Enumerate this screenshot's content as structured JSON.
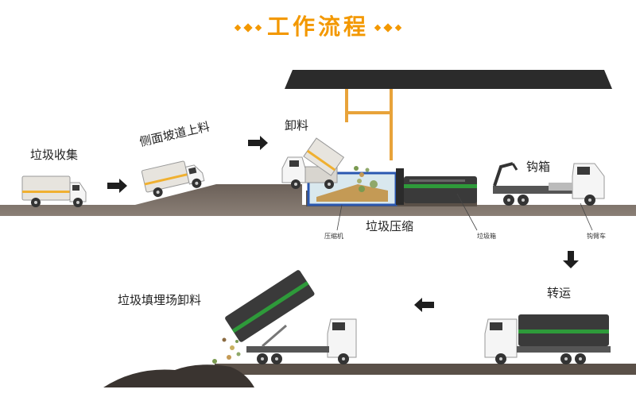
{
  "title": "工作流程",
  "colors": {
    "accent": "#f39800",
    "ground": "#5a5048",
    "roof": "#2b2b2b",
    "container_green": "#2e9a3a",
    "support": "#e8a33a",
    "pit_blue": "#2a57b0"
  },
  "labels": {
    "collect": "垃圾收集",
    "ramp": "侧面坡道上料",
    "unload": "卸料",
    "compress": "垃圾压缩",
    "compactor": "压缩机",
    "container": "垃圾箱",
    "hook_truck": "钩臂车",
    "hook": "钩箱",
    "transport": "转运",
    "landfill": "垃圾填埋场卸料"
  },
  "icons": [
    "arrow-right-icon",
    "arrow-down-icon",
    "arrow-left-icon",
    "diamond-decoration-icon"
  ]
}
